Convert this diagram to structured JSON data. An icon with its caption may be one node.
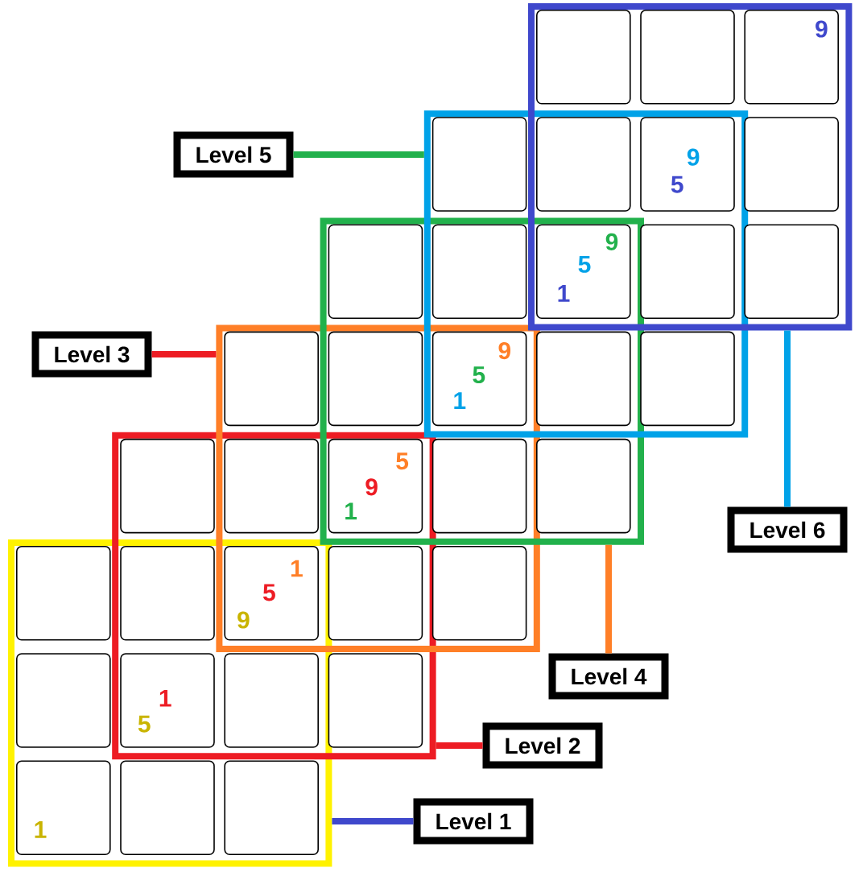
{
  "diagram": {
    "nodes": [
      {
        "text": [],
        "shape": "box"
      },
      {
        "text": [],
        "shape": "box"
      },
      {
        "text": [],
        "shape": "box"
      },
      {
        "text": [],
        "shape": "box"
      },
      {
        "text": [],
        "shape": "box"
      },
      {
        "text": [],
        "shape": "box"
      },
      {
        "text": [],
        "shape": "box",
        "in": 0
      },
      {
        "text": [],
        "shape": "box",
        "in": 0
      },
      {
        "text": [
          "9"
        ],
        "in": 0
      },
      {
        "text": [],
        "shape": "box",
        "in": 1
      },
      {
        "text": [],
        "shape": "box"
      },
      {
        "text": [
          "9",
          "5"
        ]
      },
      {
        "text": [],
        "shape": "box",
        "in": 0
      },
      {
        "text": [],
        "shape": "box",
        "in": 2
      },
      {
        "text": [],
        "shape": "box"
      },
      {
        "text": [
          "9",
          "5",
          "1"
        ]
      },
      {
        "text": [],
        "shape": "box"
      },
      {
        "text": [],
        "shape": "box",
        "in": 0
      },
      {
        "text": [],
        "shape": "box",
        "in": 3
      },
      {
        "text": [],
        "shape": "box"
      },
      {
        "text": [
          "9",
          "5",
          "1"
        ]
      },
      {
        "text": [],
        "shape": "box"
      },
      {
        "text": [],
        "shape": "box",
        "in": 1
      },
      {
        "text": [],
        "shape": "box",
        "in": 4
      },
      {
        "text": [],
        "shape": "box"
      },
      {
        "text": [
          "5",
          "9",
          "1"
        ]
      },
      {
        "text": [],
        "shape": "box"
      },
      {
        "text": [],
        "shape": "box",
        "in": 2
      },
      {
        "text": [],
        "shape": "box",
        "in": 5
      },
      {
        "text": [],
        "shape": "box"
      },
      {
        "text": [
          "1",
          "5",
          "9"
        ]
      },
      {
        "text": [],
        "shape": "box"
      },
      {
        "text": [],
        "shape": "box",
        "in": 3
      },
      {
        "text": [],
        "shape": "box",
        "in": 5
      },
      {
        "text": [
          "1",
          "5"
        ]
      },
      {
        "text": [],
        "shape": "box"
      },
      {
        "text": [],
        "shape": "box",
        "in": 4
      },
      {
        "text": [
          "1"
        ],
        "in": 5
      },
      {
        "text": [],
        "shape": "box",
        "in": 5
      },
      {
        "text": [],
        "shape": "box",
        "in": 5
      },
      {
        "text": [
          "Level 5"
        ]
      },
      {
        "text": [
          "Level 3"
        ]
      },
      {
        "text": [
          "Level 6"
        ]
      },
      {
        "text": [
          "Level 4"
        ]
      },
      {
        "text": [
          "Level 2"
        ]
      },
      {
        "text": [
          "Level 1"
        ]
      }
    ],
    "edges": [
      {
        "from": 40,
        "to": 1,
        "arrow": "none",
        "color": "#22b14c"
      },
      {
        "from": 41,
        "to": 3,
        "arrow": "none",
        "color": "#ed1c24"
      },
      {
        "from": 42,
        "to": 0,
        "arrow": "none",
        "color": "#00a2e8"
      },
      {
        "from": 43,
        "to": 2,
        "arrow": "none",
        "color": "#ff7f27"
      },
      {
        "from": 44,
        "to": 4,
        "arrow": "none",
        "color": "#ed1c24"
      },
      {
        "from": 45,
        "to": 5,
        "arrow": "none",
        "color": "#3f48cc"
      }
    ]
  }
}
